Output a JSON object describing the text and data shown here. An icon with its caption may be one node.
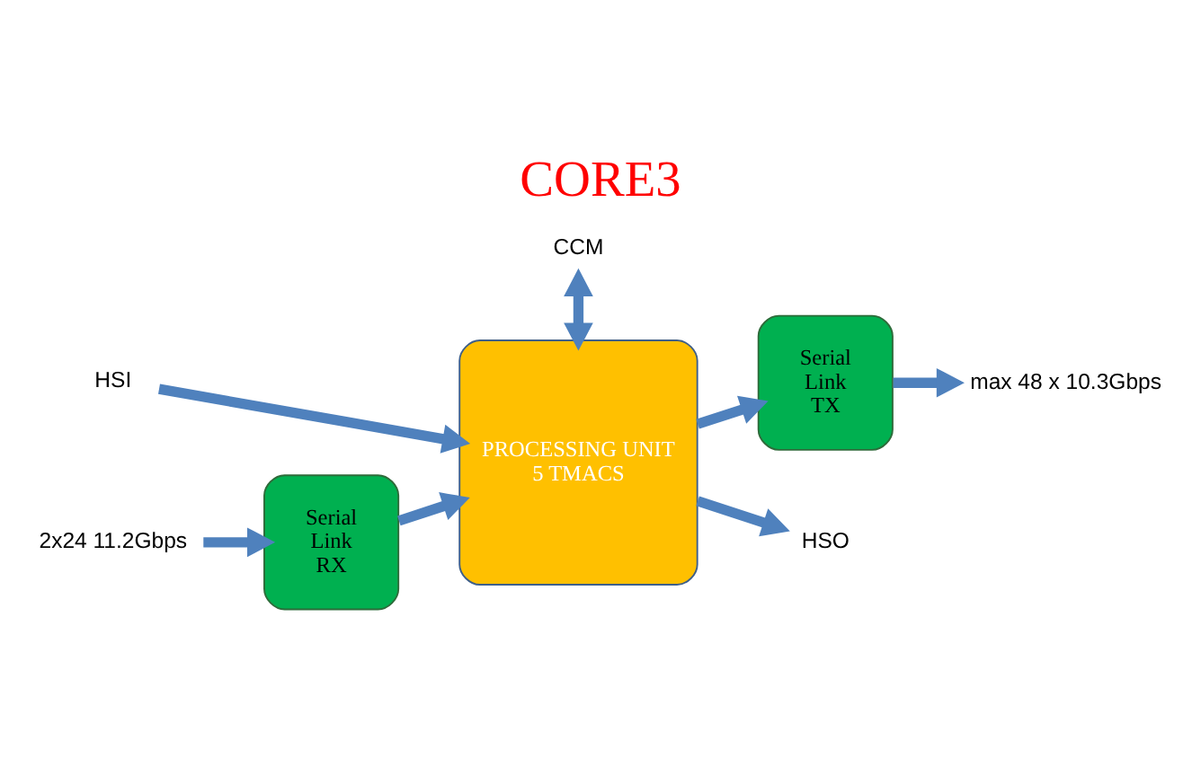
{
  "diagram": {
    "title": "CORE3",
    "nodes": [
      {
        "text": [
          "Serial Link RX"
        ]
      },
      {
        "text": [
          "PROCESSING UNIT 5 TMACS"
        ]
      },
      {
        "text": [
          "Serial Link TX"
        ]
      },
      {
        "text": [
          "2x24 11.2Gbps"
        ]
      },
      {
        "text": [
          "max 48 x 10.3Gbps"
        ]
      },
      {
        "text": [
          "HSI"
        ]
      },
      {
        "text": [
          "HSO"
        ]
      },
      {
        "text": [
          "CCM"
        ]
      }
    ],
    "edges": [
      {
        "from": 3,
        "to": 0,
        "arrow": "to"
      },
      {
        "from": 0,
        "to": 1,
        "arrow": "to"
      },
      {
        "from": 1,
        "to": 2,
        "arrow": "to"
      },
      {
        "from": 2,
        "to": 4,
        "arrow": "to"
      },
      {
        "from": 5,
        "to": 1,
        "arrow": "to"
      },
      {
        "from": 1,
        "to": 6,
        "arrow": "to"
      },
      {
        "from": 7,
        "to": 1,
        "arrow": "both"
      }
    ]
  }
}
